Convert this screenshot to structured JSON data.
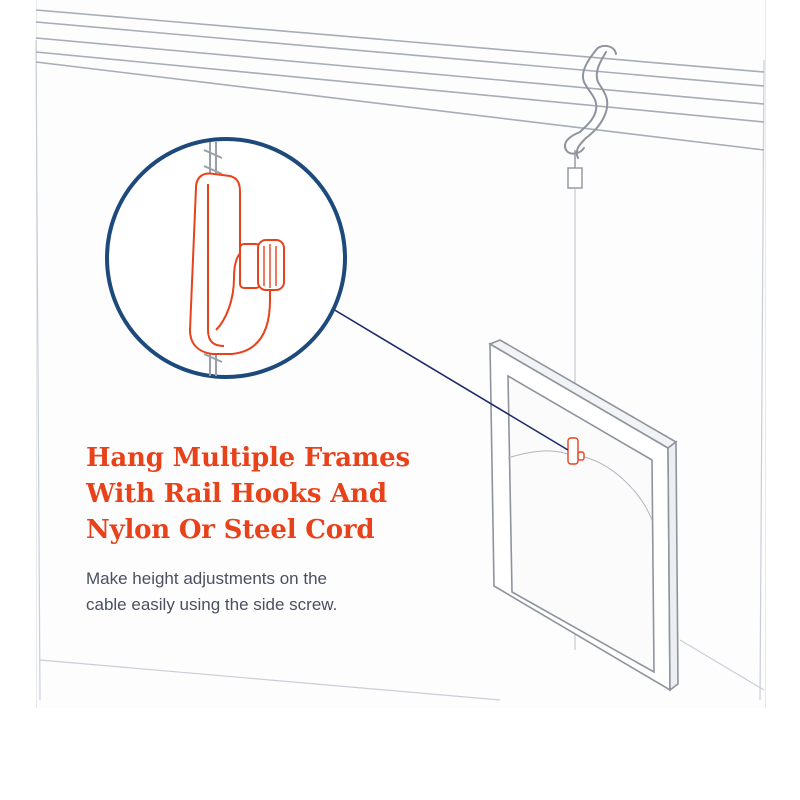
{
  "headline": {
    "line1": "Hang Multiple Frames",
    "line2": "With Rail Hooks And",
    "line3": "Nylon Or Steel Cord"
  },
  "description": {
    "line1": "Make height adjustments on the",
    "line2": "cable easily using the side screw."
  },
  "colors": {
    "accent": "#e8421b",
    "callout_ring": "#1d4a7a",
    "hook_outline": "#e8421b",
    "line_art": "#9aa0aa",
    "body_text": "#4a5060"
  },
  "icons": [
    "picture-rail",
    "s-hook",
    "cable-hook-with-side-screw",
    "picture-frame",
    "magnifier-callout"
  ]
}
